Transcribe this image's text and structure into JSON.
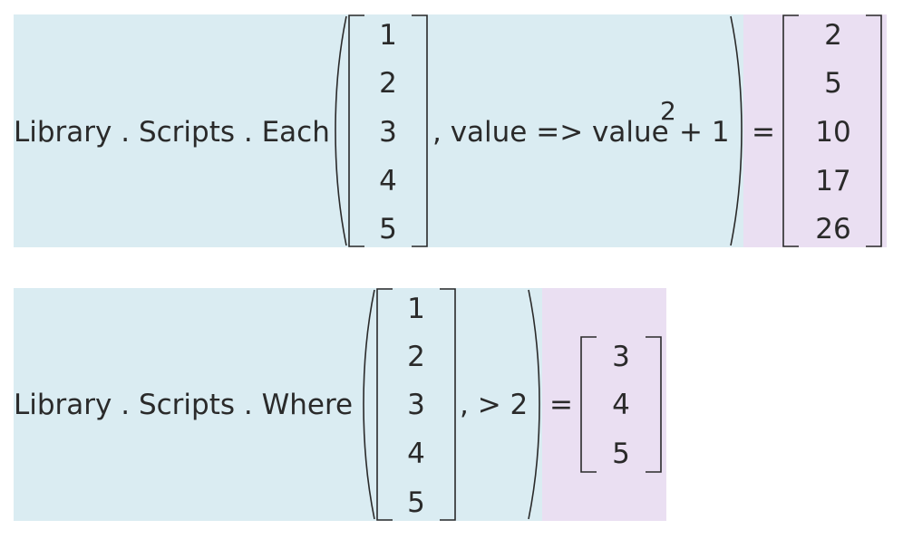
{
  "expressions": [
    {
      "prefix": "Library . Scripts . Each",
      "input": [
        "1",
        "2",
        "3",
        "4",
        "5"
      ],
      "args": ", value => value",
      "exponent": "2",
      "tail": "+ 1",
      "equals": "=",
      "output": [
        "2",
        "5",
        "10",
        "17",
        "26"
      ]
    },
    {
      "prefix": "Library . Scripts . Where",
      "input": [
        "1",
        "2",
        "3",
        "4",
        "5"
      ],
      "args": ",  > 2",
      "equals": "=",
      "output": [
        "3",
        "4",
        "5"
      ]
    }
  ],
  "colors": {
    "input_bg": "#daecf2",
    "result_bg": "#eadff2",
    "ink": "#2a2a2a"
  }
}
